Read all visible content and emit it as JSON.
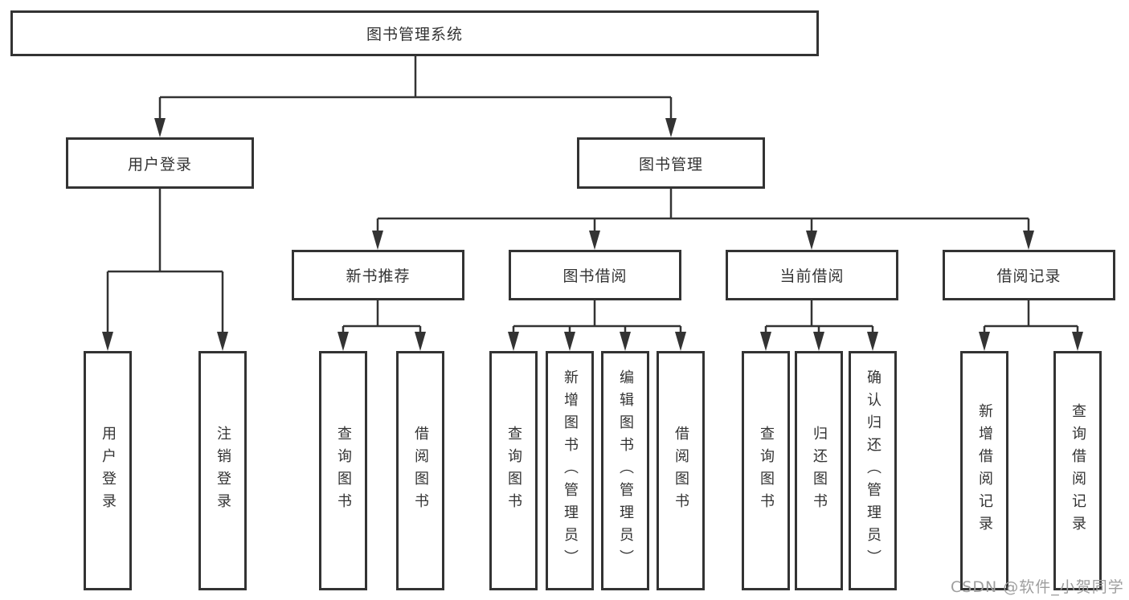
{
  "diagram_type": "hierarchy-tree",
  "tree": {
    "label": "图书管理系统",
    "children": [
      {
        "label": "用户登录",
        "children": [
          {
            "label": "用户登录"
          },
          {
            "label": "注销登录"
          }
        ]
      },
      {
        "label": "图书管理",
        "children": [
          {
            "label": "新书推荐",
            "children": [
              {
                "label": "查询图书"
              },
              {
                "label": "借阅图书"
              }
            ]
          },
          {
            "label": "图书借阅",
            "children": [
              {
                "label": "查询图书"
              },
              {
                "label": "新增图书（管理员）"
              },
              {
                "label": "编辑图书（管理员）"
              },
              {
                "label": "借阅图书"
              }
            ]
          },
          {
            "label": "当前借阅",
            "children": [
              {
                "label": "查询图书"
              },
              {
                "label": "归还图书"
              },
              {
                "label": "确认归还（管理员）"
              }
            ]
          },
          {
            "label": "借阅记录",
            "children": [
              {
                "label": "新增借阅记录"
              },
              {
                "label": "查询借阅记录"
              }
            ]
          }
        ]
      }
    ]
  },
  "watermark": {
    "text": "CSDN @软件_小贺同学"
  },
  "colors": {
    "line": "#333333",
    "box_border": "#333333",
    "text": "#333333",
    "watermark_text": "#9e9e9e",
    "background": "#ffffff"
  }
}
